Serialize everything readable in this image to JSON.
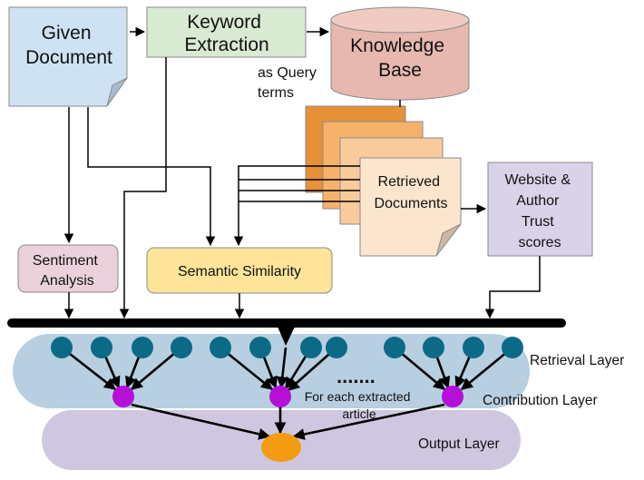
{
  "nodes": {
    "given_document": {
      "lines": [
        "Given",
        "Document"
      ],
      "color": "#cfe2f3"
    },
    "keyword_extraction": {
      "lines": [
        "Keyword",
        "Extraction"
      ],
      "color": "#d9ead3"
    },
    "knowledge_base": {
      "lines": [
        "Knowledge",
        "Base"
      ],
      "color": "#e6b8af"
    },
    "query_terms": {
      "lines": [
        "as Query",
        "terms"
      ]
    },
    "retrieved_documents": {
      "lines": [
        "Retrieved",
        "Documents"
      ],
      "stack_colors": [
        "#e69138",
        "#f6b26b",
        "#f9cb9c",
        "#fce5cd"
      ]
    },
    "trust_scores": {
      "lines": [
        "Website &",
        "Author",
        "Trust",
        "scores"
      ],
      "color": "#d9d2e9"
    },
    "sentiment_analysis": {
      "lines": [
        "Sentiment",
        "Analysis"
      ],
      "color": "#ead1dc"
    },
    "semantic_similarity": {
      "label": "Semantic Similarity",
      "color": "#ffe599"
    }
  },
  "layers": {
    "retrieval": "Retrieval Layer",
    "contribution": "Contribution Layer",
    "output": "Output Layer",
    "retrieval_band_color": "#b7cfe0",
    "output_band_color": "#cfc7e0",
    "retrieval_node_color": "#0b6b87",
    "contribution_node_color": "#b50fd8",
    "output_node_color": "#f39c12"
  },
  "annotations": {
    "ellipsis": ".......",
    "per_article": [
      "For each extracted",
      "article"
    ]
  }
}
